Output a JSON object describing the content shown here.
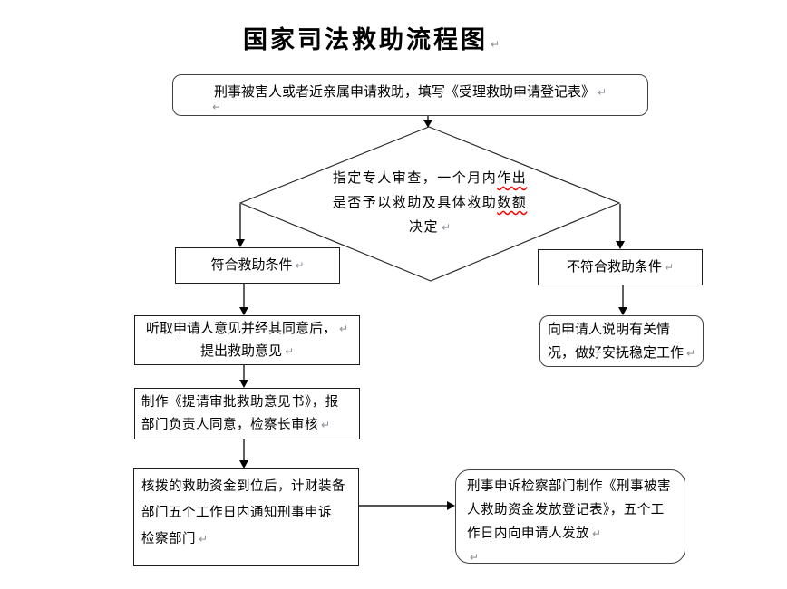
{
  "title": {
    "text": "国家司法救助流程图"
  },
  "marks": {
    "line_break": "↵"
  },
  "colors": {
    "line": "#1c1c1c",
    "spellcheck_underline": "#ff0000",
    "formatting_mark": "#8a8f96",
    "background": "#ffffff"
  },
  "nodes": {
    "start": {
      "shape": "rounded-rect",
      "text": "刑事被害人或者近亲属申请救助，填写《受理救助申请登记表》"
    },
    "decision": {
      "shape": "diamond",
      "line1_plain": "指定专人审查，一个月内",
      "line1_flagged": "作出",
      "line2_plain": "是否予以救助及具体救助",
      "line2_flagged": "数额",
      "line3": "决定"
    },
    "qualified": {
      "shape": "rect",
      "text": "符合救助条件"
    },
    "not_qualified": {
      "shape": "rect",
      "text": "不符合救助条件"
    },
    "listen_opinion": {
      "shape": "rect",
      "lines": [
        "听取申请人意见并经其同意后，",
        "提出救助意见"
      ]
    },
    "draft_opinion": {
      "shape": "rect",
      "lines": [
        "制作《提请审批救助意见书》，报",
        "部门负责人同意，检察长审核"
      ]
    },
    "fund_notify": {
      "shape": "rect",
      "lines": [
        "核拨的救助资金到位后，计财装备",
        "部门五个工作日内通知刑事申诉",
        "检察部门"
      ]
    },
    "fund_release": {
      "shape": "rounded-rect",
      "lines": [
        "刑事申诉检察部门制作《刑事被害",
        "人救助资金发放登记表》，五个工",
        "作日内向申请人发放"
      ]
    },
    "explain": {
      "shape": "rounded-rect",
      "lines": [
        "向申请人说明有关情",
        "况，做好安抚稳定工作"
      ]
    }
  }
}
